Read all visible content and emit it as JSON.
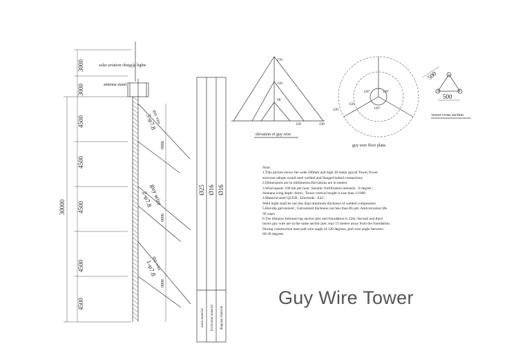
{
  "title": "Guy Wire Tower",
  "tower": {
    "labels": {
      "solar_light": "solar aviation obstacle lights",
      "antenna": "antenna stand"
    },
    "dims_left": [
      "3000",
      "3000",
      "4500",
      "4500",
      "4500",
      "4500",
      "4500"
    ],
    "total": "30000",
    "guy_labels": [
      {
        "wire": "3-φ7.8",
        "tag": "guy wire"
      },
      {
        "wire": "2-φ7.8",
        "tag": "guy wire"
      },
      {
        "wire": "1-φ7.8",
        "tag": "guy wire"
      }
    ],
    "spans": [
      "9000",
      "9000",
      "9000"
    ]
  },
  "material_table": {
    "values": [
      "Ø25",
      "Ø16",
      "Ø16"
    ],
    "labels": [
      "main material",
      "horizontal material",
      "diagonal material"
    ]
  },
  "elevation": {
    "caption": "elevation of guy wire",
    "labels": {
      "h1": "27ft",
      "h2": "15ft",
      "h3": "9ft",
      "d1": "15ft",
      "d2": "22ft"
    }
  },
  "floor_plan": {
    "caption": "guy wire floor plans",
    "labels": {
      "r1": "22ft",
      "r2": "15ft",
      "a1": "120°",
      "a2": "120°",
      "a3": "120°"
    }
  },
  "cross_section": {
    "caption": "tower cross section",
    "dims": [
      "500",
      "500"
    ]
  },
  "notes": {
    "heading": "Note:",
    "lines": [
      "1.This picture shows the wide 500mm and high 30 meter guyed Tower,Tower",
      "structure adopts round steel welded and flanged bolted connections",
      "2.Dimensions are in millimetres,Elevations are in meters",
      "3.Wind speed: 100 km per hour ,Seismic fortification intensity : 8 degree ;",
      "Antenna icing depth :6mm ; Tower vertical height is less than 1/1000",
      "4.Material:steel Q235B ; Electrode : E43 ;",
      "Weld hight shall be not less than minimum thickness of welded components",
      "5.Hot-dip galvanized ; Galvanized thickness not less than 86 μm; Anticorrosion life",
      "30 years",
      "6.The distance between top anchor pier and foundation is 22m; Second and third",
      "layers guy wire are in the same anchor pier, stay 15 meters away from the foundation;",
      "During construction note pull wire angle of 120 degrees, pull wire angle between",
      "60-30 degrees"
    ]
  }
}
